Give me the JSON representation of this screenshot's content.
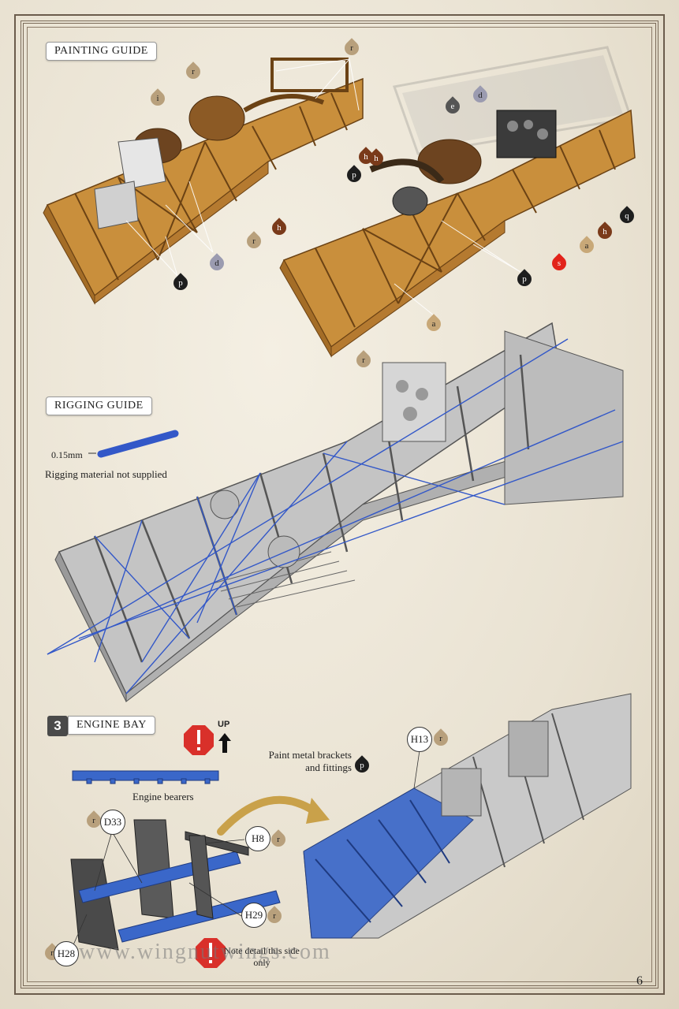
{
  "painting_guide": {
    "label": "PAINTING GUIDE",
    "paint_codes_left": [
      "i",
      "r",
      "r",
      "h",
      "r",
      "d",
      "p"
    ],
    "paint_codes_right": [
      "e",
      "d",
      "h",
      "p",
      "h",
      "p",
      "s",
      "a",
      "h",
      "q",
      "a",
      "r"
    ]
  },
  "rigging_guide": {
    "label": "RIGGING GUIDE",
    "wire_size": "0.15mm",
    "note": "Rigging material not supplied"
  },
  "engine_bay": {
    "step_number": "3",
    "label": "ENGINE BAY",
    "up_label": "UP",
    "engine_bearers_label": "Engine bearers",
    "paint_note": "Paint metal brackets and fittings",
    "paint_note_code": "p",
    "detail_note": "Note detail this side only",
    "parts": [
      {
        "id": "D33",
        "code": "r"
      },
      {
        "id": "H8",
        "code": "r"
      },
      {
        "id": "H29",
        "code": "r"
      },
      {
        "id": "H28",
        "code": "r"
      },
      {
        "id": "H13",
        "code": "r"
      }
    ]
  },
  "watermark": "www.wingnutwings.com",
  "page_number": "6",
  "colors": {
    "wood": "#c98f3c",
    "grey_frame": "#b8b8b8",
    "blue_part": "#3a67c9",
    "rigging_blue": "#3358c8",
    "paint_r": "#b8a07c",
    "paint_h": "#7a3a1a",
    "paint_p": "#1e1e1e",
    "paint_d": "#9b9bb0",
    "paint_s": "#e2231a",
    "paint_a": "#c8a878",
    "warning_red": "#d9302a"
  }
}
